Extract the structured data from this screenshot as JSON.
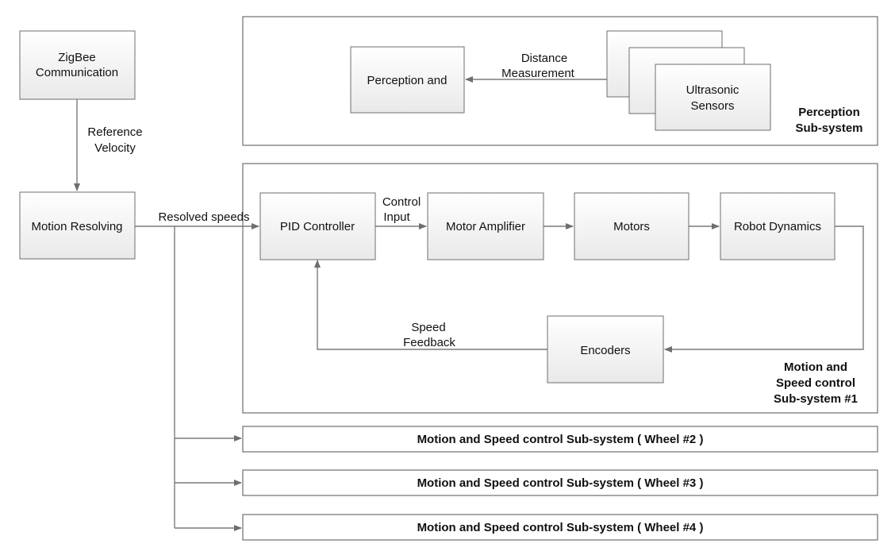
{
  "blocks": {
    "zigbee": [
      "ZigBee",
      "Communication"
    ],
    "motion_resolving": "Motion Resolving",
    "perception": "Perception and",
    "ultrasonic": [
      "Ultrasonic",
      "Sensors"
    ],
    "pid": "PID Controller",
    "amplifier": "Motor Amplifier",
    "motors": "Motors",
    "dynamics": "Robot Dynamics",
    "encoders": "Encoders"
  },
  "labels": {
    "reference_velocity": [
      "Reference",
      "Velocity"
    ],
    "resolved_speeds": "Resolved speeds",
    "control_input": [
      "Control",
      "Input"
    ],
    "distance_measurement": [
      "Distance",
      "Measurement"
    ],
    "speed_feedback": [
      "Speed",
      "Feedback"
    ]
  },
  "subsystems": {
    "perception": [
      "Perception",
      "Sub-system"
    ],
    "motion1": [
      "Motion and",
      "Speed control",
      "Sub-system #1"
    ],
    "wheel2": "Motion and Speed control Sub-system ( Wheel #2 )",
    "wheel3": "Motion and Speed control Sub-system ( Wheel #3 )",
    "wheel4": "Motion and Speed control Sub-system ( Wheel #4 )"
  }
}
